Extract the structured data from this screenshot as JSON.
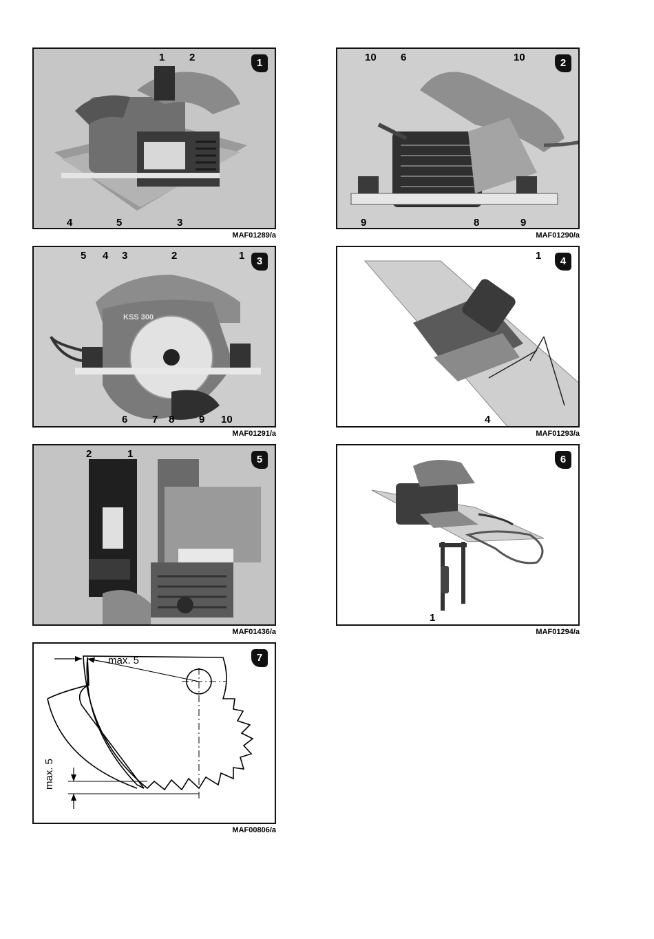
{
  "figures": [
    {
      "number": "1",
      "caption": "MAF01289/a",
      "labels": [
        "1",
        "2",
        "3",
        "4",
        "5"
      ]
    },
    {
      "number": "2",
      "caption": "MAF01290/a",
      "labels": [
        "10",
        "6",
        "10",
        "9",
        "8",
        "9"
      ]
    },
    {
      "number": "3",
      "caption": "MAF01291/a",
      "labels": [
        "5",
        "4",
        "3",
        "2",
        "1",
        "6",
        "7",
        "8",
        "9",
        "10"
      ],
      "blade_text": "KSS 300"
    },
    {
      "number": "4",
      "caption": "MAF01293/a",
      "labels": [
        "1",
        "4"
      ]
    },
    {
      "number": "5",
      "caption": "MAF01436/a",
      "labels": [
        "2",
        "1"
      ]
    },
    {
      "number": "6",
      "caption": "MAF01294/a",
      "labels": [
        "1"
      ]
    },
    {
      "number": "7",
      "caption": "MAF00806/a",
      "dimension_top": "max. 5",
      "dimension_side": "max. 5"
    }
  ]
}
